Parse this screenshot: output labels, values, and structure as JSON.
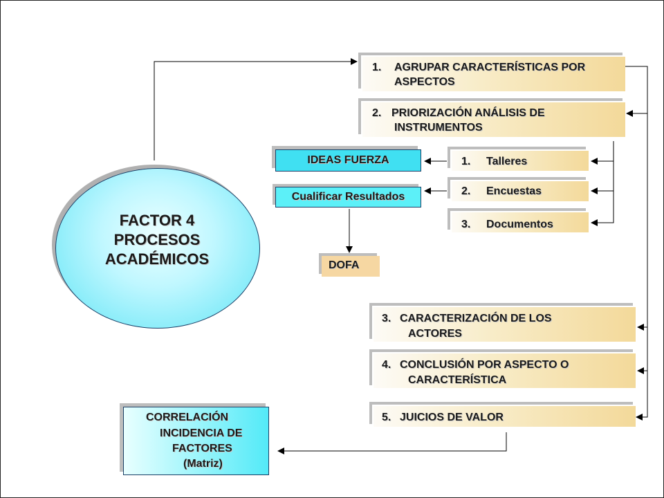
{
  "factor": {
    "line1": "FACTOR 4",
    "line2": "PROCESOS",
    "line3": "ACADÉMICOS"
  },
  "steps": {
    "s1_num": "1.",
    "s1_line1": "AGRUPAR CARACTERÍSTICAS POR",
    "s1_line2": "ASPECTOS",
    "s2_num": "2.",
    "s2_line1": "PRIORIZACIÓN ANÁLISIS DE",
    "s2_line2": "INSTRUMENTOS",
    "s3_num": "3.",
    "s3_line1": "CARACTERIZACIÓN DE LOS",
    "s3_line2": "ACTORES",
    "s4_num": "4.",
    "s4_line1": "CONCLUSIÓN POR ASPECTO O",
    "s4_line2": "CARACTERÍSTICA",
    "s5_num": "5.",
    "s5_line1": "JUICIOS DE VALOR"
  },
  "instruments": [
    {
      "num": "1.",
      "label": "Talleres"
    },
    {
      "num": "2.",
      "label": "Encuestas"
    },
    {
      "num": "3.",
      "label": "Documentos"
    }
  ],
  "outputs": {
    "ideas": "IDEAS FUERZA",
    "cualificar": "Cualificar Resultados",
    "dofa": "DOFA"
  },
  "correlacion": {
    "line1": "CORRELACIÓN",
    "line2": "INCIDENCIA DE",
    "line3": "FACTORES",
    "line4": "(Matriz)"
  }
}
